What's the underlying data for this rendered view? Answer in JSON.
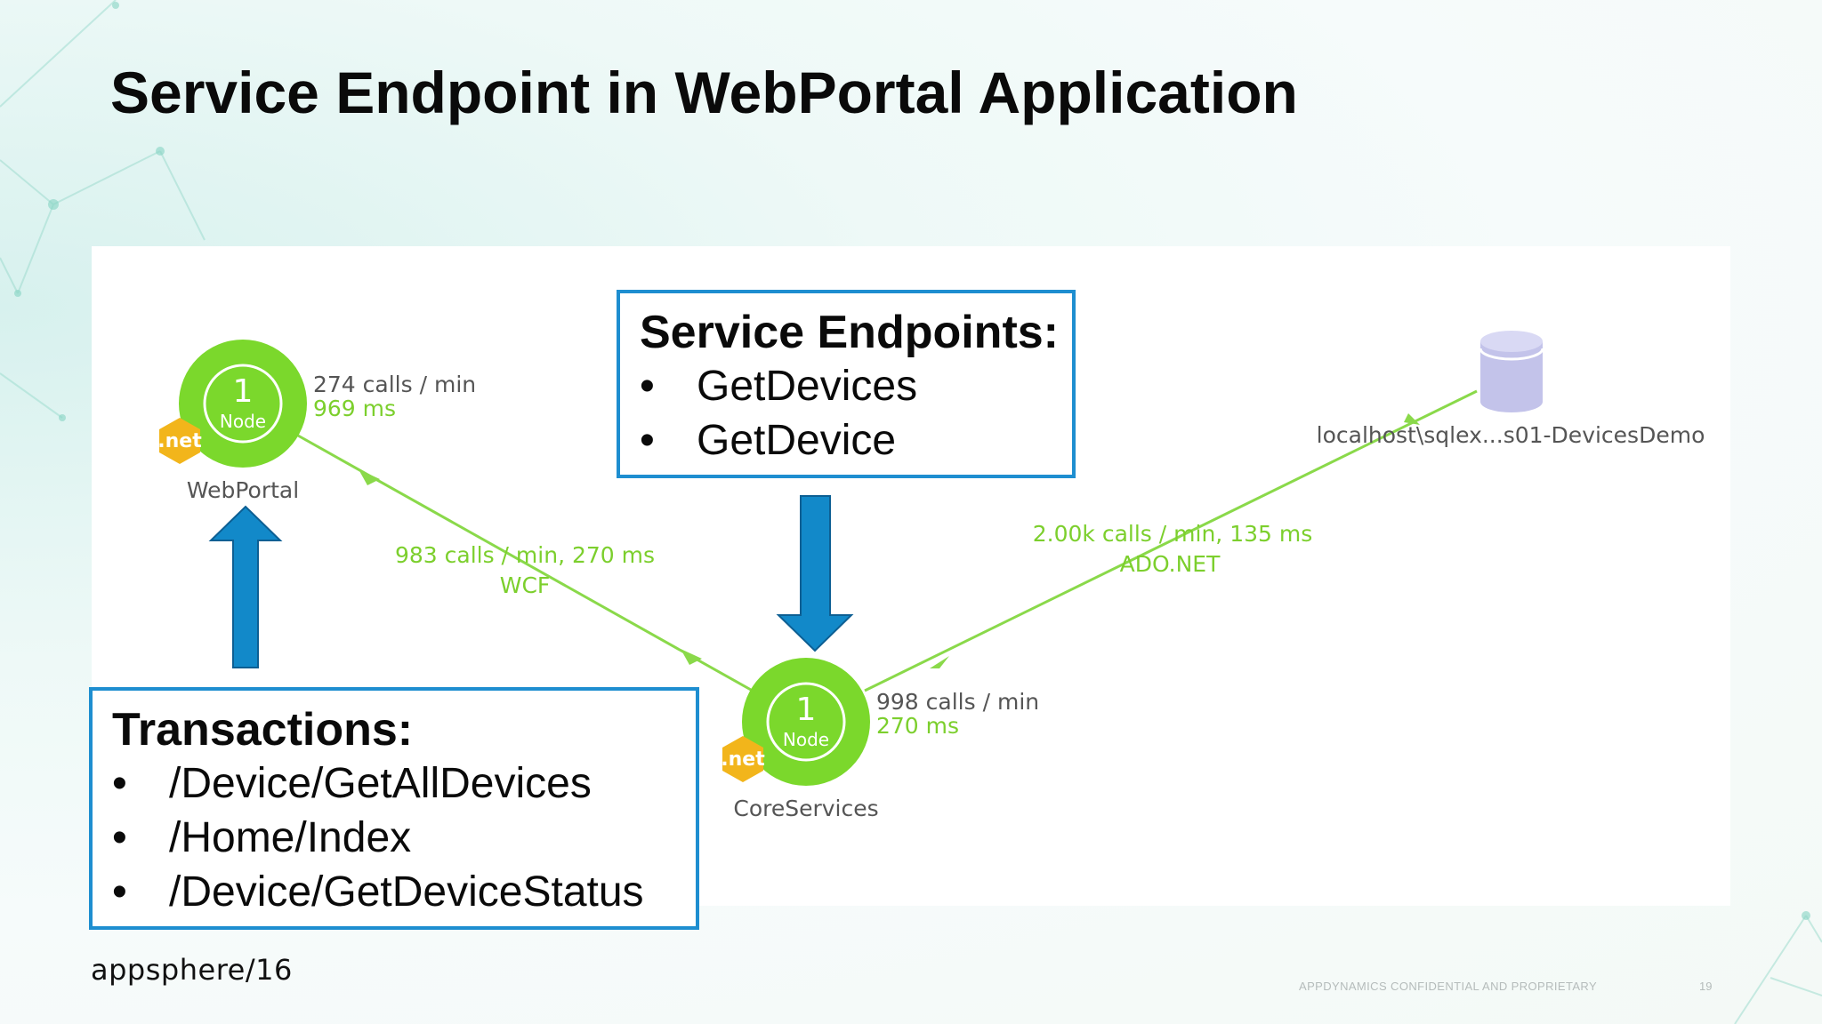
{
  "slide": {
    "title": "Service Endpoint in WebPortal Application"
  },
  "colors": {
    "node_green": "#7bd82c",
    "edge_green": "#8ad94a",
    "callout_border": "#1e8ed0",
    "arrow_blue": "#1289c9",
    "net_badge": "#f2b51b"
  },
  "nodes": {
    "webportal": {
      "count": "1",
      "unit": "Node",
      "badge": ".net",
      "label": "WebPortal",
      "calls": "274 calls / min",
      "time": "969 ms"
    },
    "coreservices": {
      "count": "1",
      "unit": "Node",
      "badge": ".net",
      "label": "CoreServices",
      "calls": "998 calls / min",
      "time": "270 ms"
    },
    "database": {
      "icon": "database-icon",
      "label": "localhost\\sqlex...s01-DevicesDemo"
    }
  },
  "edges": {
    "wcf": {
      "metrics": "983 calls / min, 270 ms",
      "protocol": "WCF"
    },
    "adonet": {
      "metrics": "2.00k calls / min, 135 ms",
      "protocol": "ADO.NET"
    }
  },
  "callouts": {
    "endpoints": {
      "heading": "Service Endpoints:",
      "items": [
        "GetDevices",
        "GetDevice"
      ]
    },
    "transactions": {
      "heading": "Transactions:",
      "items": [
        "/Device/GetAllDevices",
        "/Home/Index",
        "/Device/GetDeviceStatus"
      ]
    },
    "bullet": "•"
  },
  "footer": {
    "logo": "appsphere/16",
    "note": "APPDYNAMICS CONFIDENTIAL AND PROPRIETARY",
    "page": "19"
  }
}
